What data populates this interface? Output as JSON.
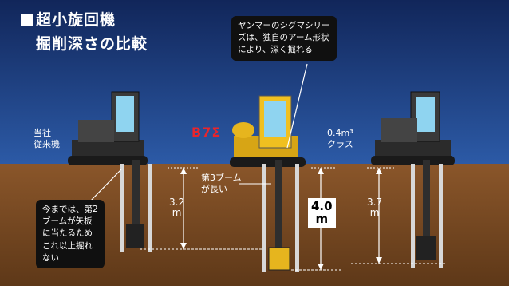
{
  "title": {
    "line1": "超小旋回機",
    "line2": "掘削深さの比較"
  },
  "callouts": {
    "sigma": "ヤンマーのシグマシリー\nズは、独自のアーム形状\nにより、深く掘れる",
    "old": "今までは、第2\nブームが矢板\nに当たるため\nこれ以上掘れ\nない"
  },
  "labels": {
    "left_machine": "当社\n従来機",
    "center_model": "B7Σ",
    "right_machine": "0.4m³\nクラス",
    "third_boom": "第3ブーム\nが長い"
  },
  "depths": {
    "left": {
      "value": "3.2",
      "unit": "m"
    },
    "center": {
      "value": "4.0",
      "unit": "m"
    },
    "right": {
      "value": "3.7",
      "unit": "m"
    }
  },
  "colors": {
    "sky": "#1d3a73",
    "soil": "#7a4a24",
    "accent_red": "#e8252c",
    "yanmar_yellow": "#e6b51e"
  }
}
